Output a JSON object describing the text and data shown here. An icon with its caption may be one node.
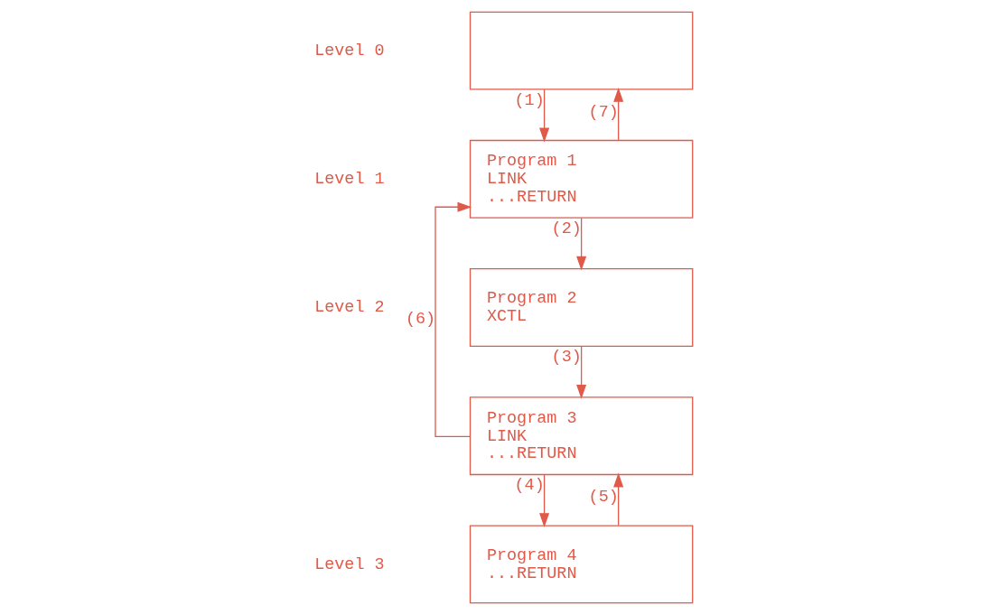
{
  "diagram": {
    "nodes": [
      {
        "text": [],
        "shape": "box"
      },
      {
        "text": [
          "Program 1",
          "LINK",
          "...RETURN"
        ]
      },
      {
        "text": [
          "Program 2",
          "XCTL"
        ]
      },
      {
        "text": [
          "Program 3",
          "LINK",
          "...RETURN"
        ]
      },
      {
        "text": [
          "Program 4",
          "...RETURN"
        ]
      }
    ],
    "edges": [
      {
        "from": 0,
        "to": 1,
        "arrow": "to",
        "label": "(1)"
      },
      {
        "from": 1,
        "to": 2,
        "arrow": "to",
        "label": "(2)"
      },
      {
        "from": 2,
        "to": 3,
        "arrow": "to",
        "label": "(3)"
      },
      {
        "from": 3,
        "to": 4,
        "arrow": "to",
        "label": "(4)"
      },
      {
        "from": 4,
        "to": 3,
        "arrow": "to",
        "label": "(5)"
      },
      {
        "from": 3,
        "to": 1,
        "arrow": "to",
        "label": "(6)"
      },
      {
        "from": 1,
        "to": 0,
        "arrow": "to",
        "label": "(7)"
      }
    ],
    "labels": [
      "Level 0",
      "Level 1",
      "Level 2",
      "Level 3"
    ]
  }
}
